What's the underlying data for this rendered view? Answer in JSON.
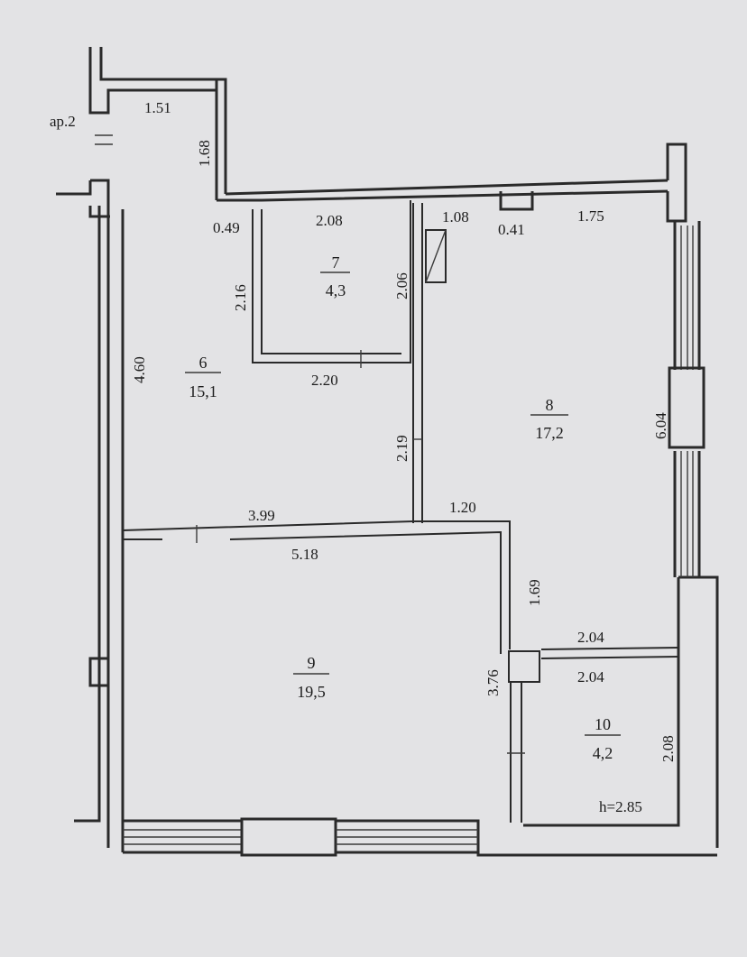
{
  "balcony_label": "ар.2",
  "ceiling_height": "h=2.85",
  "rooms": [
    {
      "number": "6",
      "area": "15,1"
    },
    {
      "number": "7",
      "area": "4,3"
    },
    {
      "number": "8",
      "area": "17,2"
    },
    {
      "number": "9",
      "area": "19,5"
    },
    {
      "number": "10",
      "area": "4,2"
    }
  ],
  "dimensions": {
    "d_1_51": "1.51",
    "d_1_68": "1.68",
    "d_0_49": "0.49",
    "d_2_08_top": "2.08",
    "d_1_08": "1.08",
    "d_0_41": "0.41",
    "d_1_75": "1.75",
    "d_2_16": "2.16",
    "d_2_06": "2.06",
    "d_4_60": "4.60",
    "d_2_20": "2.20",
    "d_2_19": "2.19",
    "d_6_04": "6.04",
    "d_3_99": "3.99",
    "d_1_20": "1.20",
    "d_5_18": "5.18",
    "d_1_69": "1.69",
    "d_2_04_upper": "2.04",
    "d_2_04_lower": "2.04",
    "d_3_76": "3.76",
    "d_2_08_right": "2.08"
  }
}
